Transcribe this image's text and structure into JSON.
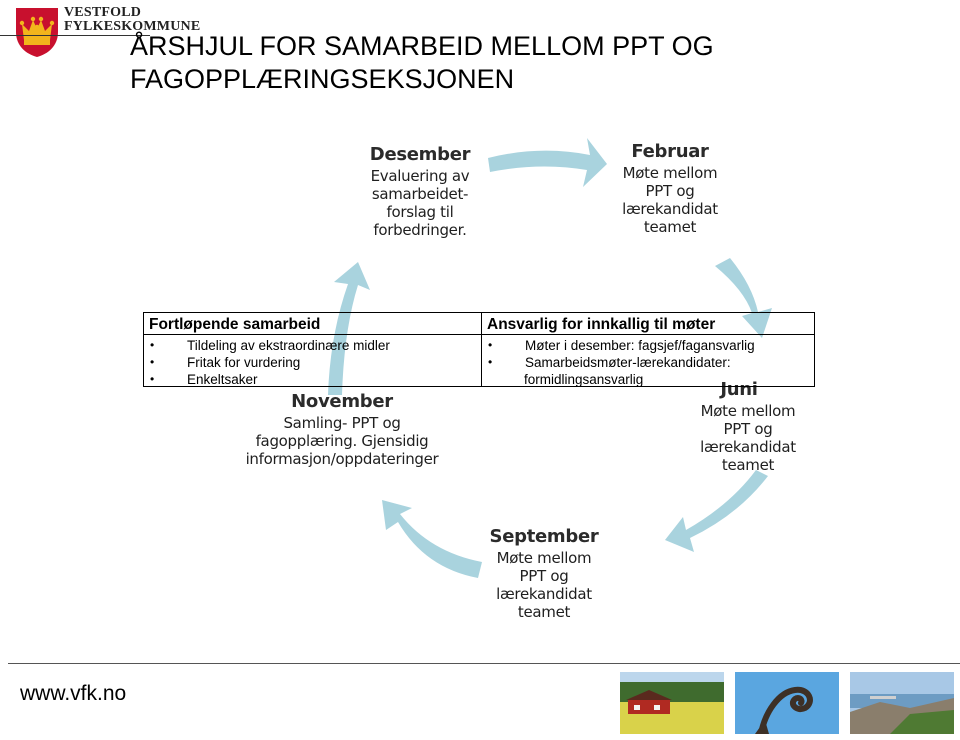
{
  "org": {
    "line1": "VESTFOLD",
    "line2": "FYLKESKOMMUNE"
  },
  "title": {
    "line1": "ÅRSHJUL FOR SAMARBEID MELLOM PPT OG",
    "line2": "FAGOPPLÆRINGSEKSJONEN"
  },
  "cycle": {
    "desember": {
      "month": "Desember",
      "text": "Evaluering av\nsamarbeidet-\nforslag til\nforbedringer."
    },
    "februar": {
      "month": "Februar",
      "text": "Møte mellom\nPPT og\nlærekandidat\nteamet"
    },
    "juni": {
      "month": "Juni",
      "text": "Møte mellom\nPPT og\nlærekandidat\nteamet"
    },
    "september": {
      "month": "September",
      "text": "Møte mellom\nPPT og\nlærekandidat\nteamet"
    },
    "november": {
      "month": "November",
      "text": "Samling- PPT og\nfagopplæring. Gjensidig\ninformasjon/oppdateringer"
    }
  },
  "table": {
    "left": {
      "header": "Fortløpende samarbeid",
      "items": [
        "Tildeling av ekstraordinære midler",
        "Fritak for vurdering",
        "Enkeltsaker"
      ]
    },
    "right": {
      "header": "Ansvarlig for innkallig til møter",
      "items": [
        "Møter i desember: fagsjef/fagansvarlig",
        "Samarbeidsmøter-lærekandidater:"
      ],
      "continuation": "formidlingsansvarlig"
    }
  },
  "footer": {
    "url": "www.vfk.no"
  },
  "colors": {
    "arrow": "#a9d3de",
    "logo_red": "#c8102e",
    "logo_gold": "#f2b51c"
  },
  "icons": {
    "bullet": "•",
    "logo": "crown-shield-icon"
  }
}
